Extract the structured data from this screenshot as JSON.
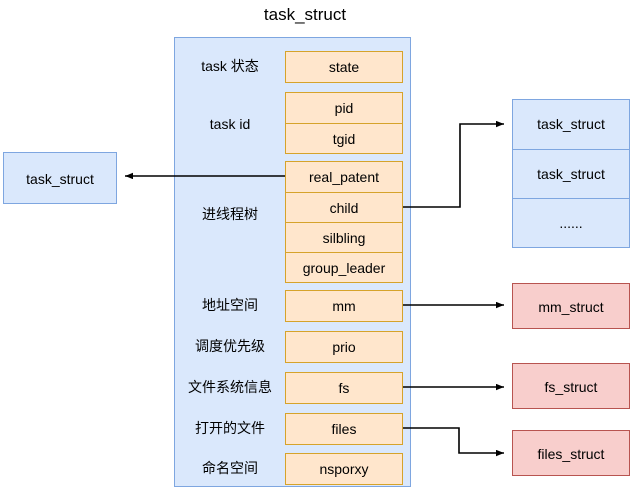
{
  "title": "task_struct",
  "panel": {
    "name": "task_struct",
    "rows": [
      {
        "label": "task 状态",
        "fields": [
          "state"
        ]
      },
      {
        "label": "task id",
        "fields": [
          "pid",
          "tgid"
        ]
      },
      {
        "label": "进线程树",
        "fields": [
          "real_patent",
          "child",
          "silbling",
          "group_leader"
        ]
      },
      {
        "label": "地址空间",
        "fields": [
          "mm"
        ]
      },
      {
        "label": "调度优先级",
        "fields": [
          "prio"
        ]
      },
      {
        "label": "文件系统信息",
        "fields": [
          "fs"
        ]
      },
      {
        "label": "打开的文件",
        "fields": [
          "files"
        ]
      },
      {
        "label": "命名空间",
        "fields": [
          "nsporxy"
        ]
      }
    ]
  },
  "left_node": {
    "label": "task_struct"
  },
  "right_task_list": {
    "cells": [
      "task_struct",
      "task_struct",
      "......"
    ]
  },
  "right_nodes": [
    {
      "label": "mm_struct"
    },
    {
      "label": "fs_struct"
    },
    {
      "label": "files_struct"
    }
  ],
  "colors": {
    "panel_fill": "#dae8fc",
    "panel_border": "#7ea6e0",
    "field_fill": "#ffe6cc",
    "field_border": "#d6a32a",
    "node_pink_fill": "#f8cecc",
    "node_pink_border": "#b85450",
    "connector": "#000000",
    "background": "#ffffff"
  }
}
